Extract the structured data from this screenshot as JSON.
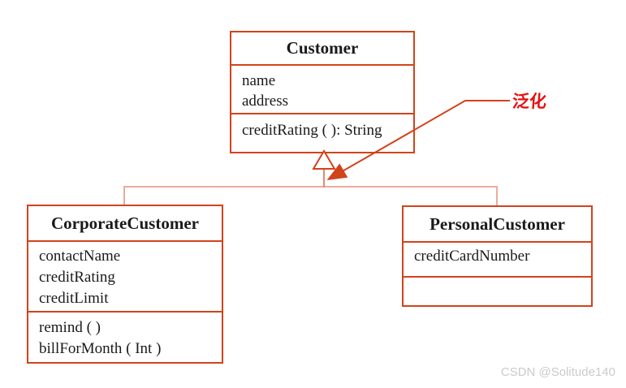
{
  "diagram": {
    "type": "uml-class-diagram",
    "relationship": "generalization",
    "classes": [
      {
        "name": "Customer",
        "attributes": [
          "name",
          "address"
        ],
        "methods": [
          "creditRating ( ): String"
        ]
      },
      {
        "name": "CorporateCustomer",
        "attributes": [
          "contactName",
          "creditRating",
          "creditLimit"
        ],
        "methods": [
          "remind ( )",
          "billForMonth ( Int )"
        ]
      },
      {
        "name": "PersonalCustomer",
        "attributes": [
          "creditCardNumber"
        ],
        "methods": []
      }
    ],
    "annotation": {
      "label": "泛化"
    },
    "colors": {
      "box_border": "#d2431b",
      "connector_pink": "#ecab9a",
      "stem_pink": "#e08a72",
      "annotation_red": "#e60f0f",
      "watermark_gray": "#cbcbcb"
    }
  },
  "watermark": {
    "text": "CSDN @Solitude140"
  }
}
